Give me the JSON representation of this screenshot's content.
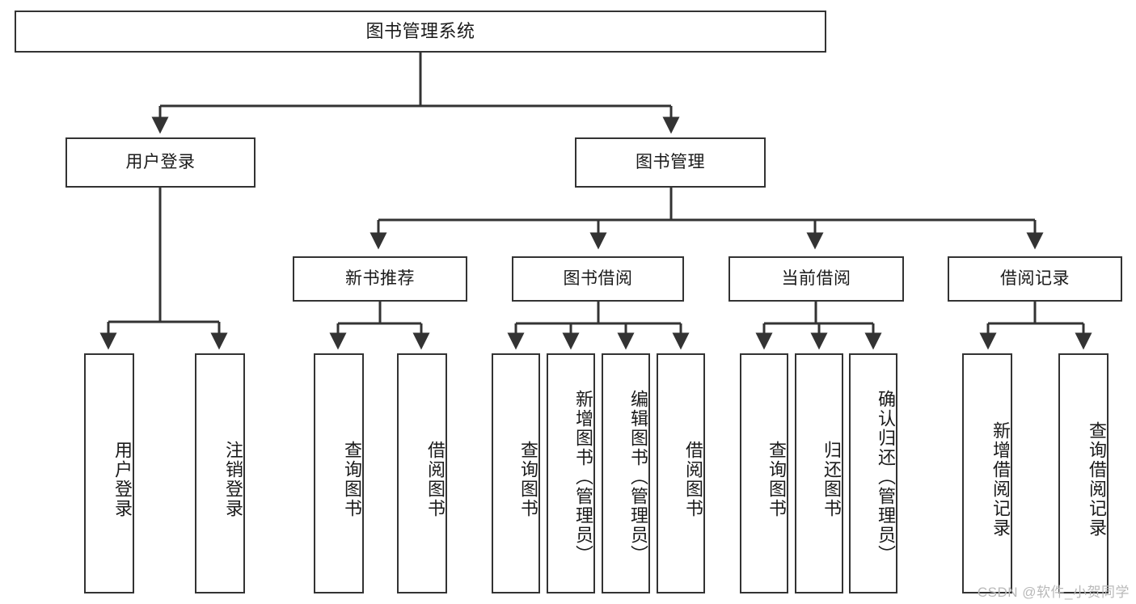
{
  "diagram": {
    "title": "图书管理系统",
    "type": "功能结构图",
    "watermark": "CSDN @软件_小贺同学",
    "theme": {
      "box_border": "#333333",
      "box_fill": "#ffffff",
      "edge_color": "#333333",
      "text_color": "#1a1a1a",
      "watermark_color": "#b9b9b9",
      "background": "#ffffff"
    },
    "levels": {
      "level1": [
        "图书管理系统"
      ],
      "level2": [
        "用户登录",
        "图书管理"
      ],
      "level3": [
        "新书推荐",
        "图书借阅",
        "当前借阅",
        "借阅记录"
      ],
      "level4": [
        "用户登录",
        "注销登录",
        "查询图书",
        "借阅图书",
        "查询图书",
        "新增图书（管理员）",
        "编辑图书（管理员）",
        "借阅图书",
        "查询图书",
        "归还图书",
        "确认归还（管理员）",
        "新增借阅记录",
        "查询借阅记录"
      ]
    },
    "nodes": {
      "root": {
        "label": "图书管理系统"
      },
      "user_login": {
        "label": "用户登录"
      },
      "book_manage": {
        "label": "图书管理"
      },
      "new_book_rec": {
        "label": "新书推荐"
      },
      "book_borrow": {
        "label": "图书借阅"
      },
      "current_borrow": {
        "label": "当前借阅"
      },
      "borrow_record": {
        "label": "借阅记录"
      },
      "leaf_user_login": {
        "label": "用户登录"
      },
      "leaf_logout": {
        "label": "注销登录"
      },
      "leaf_query_book_1": {
        "label": "查询图书"
      },
      "leaf_borrow_book_1": {
        "label": "借阅图书"
      },
      "leaf_query_book_2": {
        "label": "查询图书"
      },
      "leaf_add_book": {
        "label": "新增图书（管理员）"
      },
      "leaf_edit_book": {
        "label": "编辑图书（管理员）"
      },
      "leaf_borrow_book_2": {
        "label": "借阅图书"
      },
      "leaf_query_book_3": {
        "label": "查询图书"
      },
      "leaf_return_book": {
        "label": "归还图书"
      },
      "leaf_confirm_return": {
        "label": "确认归还（管理员）"
      },
      "leaf_add_record": {
        "label": "新增借阅记录"
      },
      "leaf_query_record": {
        "label": "查询借阅记录"
      }
    },
    "edges": [
      {
        "from": "root",
        "to": "user_login"
      },
      {
        "from": "root",
        "to": "book_manage"
      },
      {
        "from": "user_login",
        "to": "leaf_user_login"
      },
      {
        "from": "user_login",
        "to": "leaf_logout"
      },
      {
        "from": "book_manage",
        "to": "new_book_rec"
      },
      {
        "from": "book_manage",
        "to": "book_borrow"
      },
      {
        "from": "book_manage",
        "to": "current_borrow"
      },
      {
        "from": "book_manage",
        "to": "borrow_record"
      },
      {
        "from": "new_book_rec",
        "to": "leaf_query_book_1"
      },
      {
        "from": "new_book_rec",
        "to": "leaf_borrow_book_1"
      },
      {
        "from": "book_borrow",
        "to": "leaf_query_book_2"
      },
      {
        "from": "book_borrow",
        "to": "leaf_add_book"
      },
      {
        "from": "book_borrow",
        "to": "leaf_edit_book"
      },
      {
        "from": "book_borrow",
        "to": "leaf_borrow_book_2"
      },
      {
        "from": "current_borrow",
        "to": "leaf_query_book_3"
      },
      {
        "from": "current_borrow",
        "to": "leaf_return_book"
      },
      {
        "from": "current_borrow",
        "to": "leaf_confirm_return"
      },
      {
        "from": "borrow_record",
        "to": "leaf_add_record"
      },
      {
        "from": "borrow_record",
        "to": "leaf_query_record"
      }
    ]
  }
}
